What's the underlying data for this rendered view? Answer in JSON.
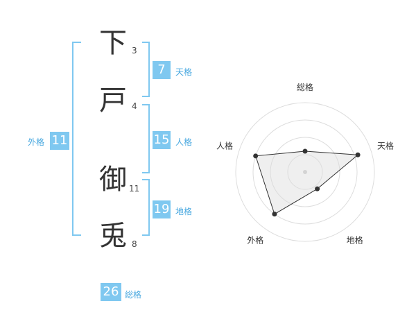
{
  "name_chars": [
    {
      "char": "下",
      "strokes": "3"
    },
    {
      "char": "戸",
      "strokes": "4"
    },
    {
      "char": "御",
      "strokes": "11"
    },
    {
      "char": "兎",
      "strokes": "8"
    }
  ],
  "kakaku": {
    "tenkaku": {
      "value": "7",
      "label": "天格"
    },
    "jinkaku": {
      "value": "15",
      "label": "人格"
    },
    "chikaku": {
      "value": "19",
      "label": "地格"
    },
    "gaikaku": {
      "value": "11",
      "label": "外格"
    },
    "soukaku": {
      "value": "26",
      "label": "総格"
    }
  },
  "colors": {
    "accent": "#7fc8f0",
    "label": "#4aa9e0",
    "text": "#333333"
  },
  "chart_data": {
    "type": "radar",
    "axes": [
      "総格",
      "天格",
      "地格",
      "外格",
      "人格"
    ],
    "values": [
      0.3,
      0.8,
      0.3,
      0.75,
      0.75
    ],
    "rings": 4,
    "range": [
      0,
      1
    ]
  }
}
